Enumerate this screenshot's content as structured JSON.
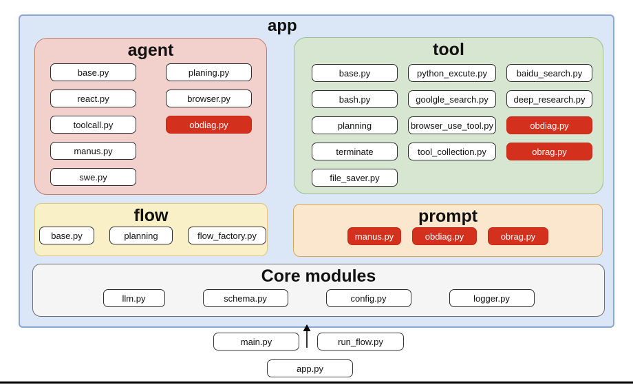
{
  "app": {
    "title": "app"
  },
  "sections": {
    "agent": {
      "title": "agent",
      "columns": [
        {
          "items": [
            {
              "label": "base.py",
              "highlight": false
            },
            {
              "label": "react.py",
              "highlight": false
            },
            {
              "label": "toolcall.py",
              "highlight": false
            },
            {
              "label": "manus.py",
              "highlight": false
            },
            {
              "label": "swe.py",
              "highlight": false
            }
          ]
        },
        {
          "items": [
            {
              "label": "planing.py",
              "highlight": false
            },
            {
              "label": "browser.py",
              "highlight": false
            },
            {
              "label": "obdiag.py",
              "highlight": true
            }
          ]
        }
      ]
    },
    "tool": {
      "title": "tool",
      "columns": [
        {
          "items": [
            {
              "label": "base.py",
              "highlight": false
            },
            {
              "label": "bash.py",
              "highlight": false
            },
            {
              "label": "planning",
              "highlight": false
            },
            {
              "label": "terminate",
              "highlight": false
            },
            {
              "label": "file_saver.py",
              "highlight": false
            }
          ]
        },
        {
          "items": [
            {
              "label": "python_excute.py",
              "highlight": false
            },
            {
              "label": "goolgle_search.py",
              "highlight": false
            },
            {
              "label": "browser_use_tool.py",
              "highlight": false
            },
            {
              "label": "tool_collection.py",
              "highlight": false
            }
          ]
        },
        {
          "items": [
            {
              "label": "baidu_search.py",
              "highlight": false
            },
            {
              "label": "deep_research.py",
              "highlight": false
            },
            {
              "label": "obdiag.py",
              "highlight": true
            },
            {
              "label": "obrag.py",
              "highlight": true
            }
          ]
        }
      ]
    },
    "flow": {
      "title": "flow",
      "items": [
        {
          "label": "base.py",
          "highlight": false
        },
        {
          "label": "planning",
          "highlight": false
        },
        {
          "label": "flow_factory.py",
          "highlight": false
        }
      ]
    },
    "prompt": {
      "title": "prompt",
      "items": [
        {
          "label": "manus.py",
          "highlight": true
        },
        {
          "label": "obdiag.py",
          "highlight": true
        },
        {
          "label": "obrag.py",
          "highlight": true
        }
      ]
    },
    "core": {
      "title": "Core modules",
      "items": [
        {
          "label": "llm.py",
          "highlight": false
        },
        {
          "label": "schema.py",
          "highlight": false
        },
        {
          "label": "config.py",
          "highlight": false
        },
        {
          "label": "logger.py",
          "highlight": false
        }
      ]
    }
  },
  "entry": {
    "main": {
      "label": "main.py"
    },
    "run_flow": {
      "label": "run_flow.py"
    },
    "app_file": {
      "label": "app.py"
    },
    "arrow_icon": "up-arrow"
  },
  "colors": {
    "container_bg": "#dbe6f6",
    "container_border": "#8ba5d1",
    "agent_bg": "#f2d0cb",
    "agent_border": "#c17b6d",
    "tool_bg": "#d7e6d0",
    "tool_border": "#9dbf8e",
    "flow_bg": "#faf0c7",
    "flow_border": "#e0c77f",
    "prompt_bg": "#fbe7cd",
    "prompt_border": "#d3a756",
    "core_bg": "#f5f5f5",
    "core_border": "#6f6f6f",
    "highlight_red": "#d3301d"
  }
}
